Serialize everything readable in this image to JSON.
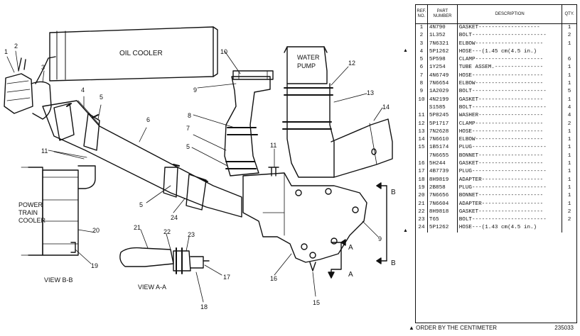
{
  "diagram": {
    "labels": {
      "oil_cooler": "OIL COOLER",
      "water": "WATER",
      "pump": "PUMP",
      "power": "POWER",
      "train": "TRAIN",
      "cooler": "COOLER",
      "view_bb": "VIEW B-B",
      "view_aa": "VIEW A-A",
      "sec_b": "B",
      "sec_a": "A"
    },
    "callouts": [
      "1",
      "2",
      "3",
      "4",
      "5",
      "6",
      "7",
      "8",
      "9",
      "10",
      "11",
      "12",
      "13",
      "14",
      "15",
      "16",
      "17",
      "18",
      "19",
      "20",
      "21",
      "22",
      "23",
      "24"
    ]
  },
  "table": {
    "headers": {
      "ref": "REF. NO.",
      "part": "PART NUMBER",
      "desc": "DESCRIPTION",
      "qty": "QTY."
    },
    "rows": [
      {
        "ref": "1",
        "part": "4N790",
        "desc": "GASKET-------------------",
        "qty": "1"
      },
      {
        "ref": "2",
        "part": "1L352",
        "desc": "BOLT-----------------------",
        "qty": "2"
      },
      {
        "ref": "3",
        "part": "7N6321",
        "desc": "ELBOW---------------------",
        "qty": "1"
      },
      {
        "ref": "4",
        "part": "5P1262",
        "desc": "HOSE---(1.45 cm(4.5 in.)",
        "qty": ""
      },
      {
        "ref": "5",
        "part": "5P598",
        "desc": "CLAMP---------------------",
        "qty": "6"
      },
      {
        "ref": "6",
        "part": "1Y254",
        "desc": "TUBE ASSEM.---------------",
        "qty": "1"
      },
      {
        "ref": "7",
        "part": "4N6749",
        "desc": "HOSE----------------------",
        "qty": "1"
      },
      {
        "ref": "8",
        "part": "7N6654",
        "desc": "ELBOW---------------------",
        "qty": "1"
      },
      {
        "ref": "9",
        "part": "1A2029",
        "desc": "BOLT-----------------------",
        "qty": "5"
      },
      {
        "ref": "10",
        "part": "4N2199",
        "desc": "GASKET--------------------",
        "qty": "1"
      },
      {
        "ref": "",
        "part": "S1585",
        "desc": "BOLT-----------------------",
        "qty": "4"
      },
      {
        "ref": "11",
        "part": "5P8245",
        "desc": "WASHER--------------------",
        "qty": "4"
      },
      {
        "ref": "12",
        "part": "5P1717",
        "desc": "CLAMP---------------------",
        "qty": "2"
      },
      {
        "ref": "13",
        "part": "7N2628",
        "desc": "HOSE----------------------",
        "qty": "1"
      },
      {
        "ref": "14",
        "part": "7N6610",
        "desc": "ELBOW---------------------",
        "qty": "1"
      },
      {
        "ref": "15",
        "part": "1B5174",
        "desc": "PLUG-----------------------",
        "qty": "1"
      },
      {
        "ref": "",
        "part": "7N6655",
        "desc": "BONNET--------------------",
        "qty": "1"
      },
      {
        "ref": "16",
        "part": "5H244",
        "desc": "GASKET--------------------",
        "qty": "1"
      },
      {
        "ref": "17",
        "part": "4B7739",
        "desc": "PLUG-----------------------",
        "qty": "1"
      },
      {
        "ref": "18",
        "part": "8H9819",
        "desc": "ADAPTER-------------------",
        "qty": "1"
      },
      {
        "ref": "19",
        "part": "2B858",
        "desc": "PLUG-----------------------",
        "qty": "1"
      },
      {
        "ref": "20",
        "part": "7N6656",
        "desc": "BONNET--------------------",
        "qty": "1"
      },
      {
        "ref": "21",
        "part": "7N6604",
        "desc": "ADAPTER-------------------",
        "qty": "1"
      },
      {
        "ref": "22",
        "part": "8H9818",
        "desc": "GASKET--------------------",
        "qty": "2"
      },
      {
        "ref": "23",
        "part": "T65",
        "desc": "BOLT-----------------------",
        "qty": "2"
      },
      {
        "ref": "24",
        "part": "5P1262",
        "desc": "HOSE---(1.43 cm(4.5 in.)",
        "qty": ""
      }
    ]
  },
  "footer": {
    "note": "▲ ORDER BY THE CENTIMETER",
    "number": "235033"
  },
  "markers": {
    "triangle": "▲"
  }
}
